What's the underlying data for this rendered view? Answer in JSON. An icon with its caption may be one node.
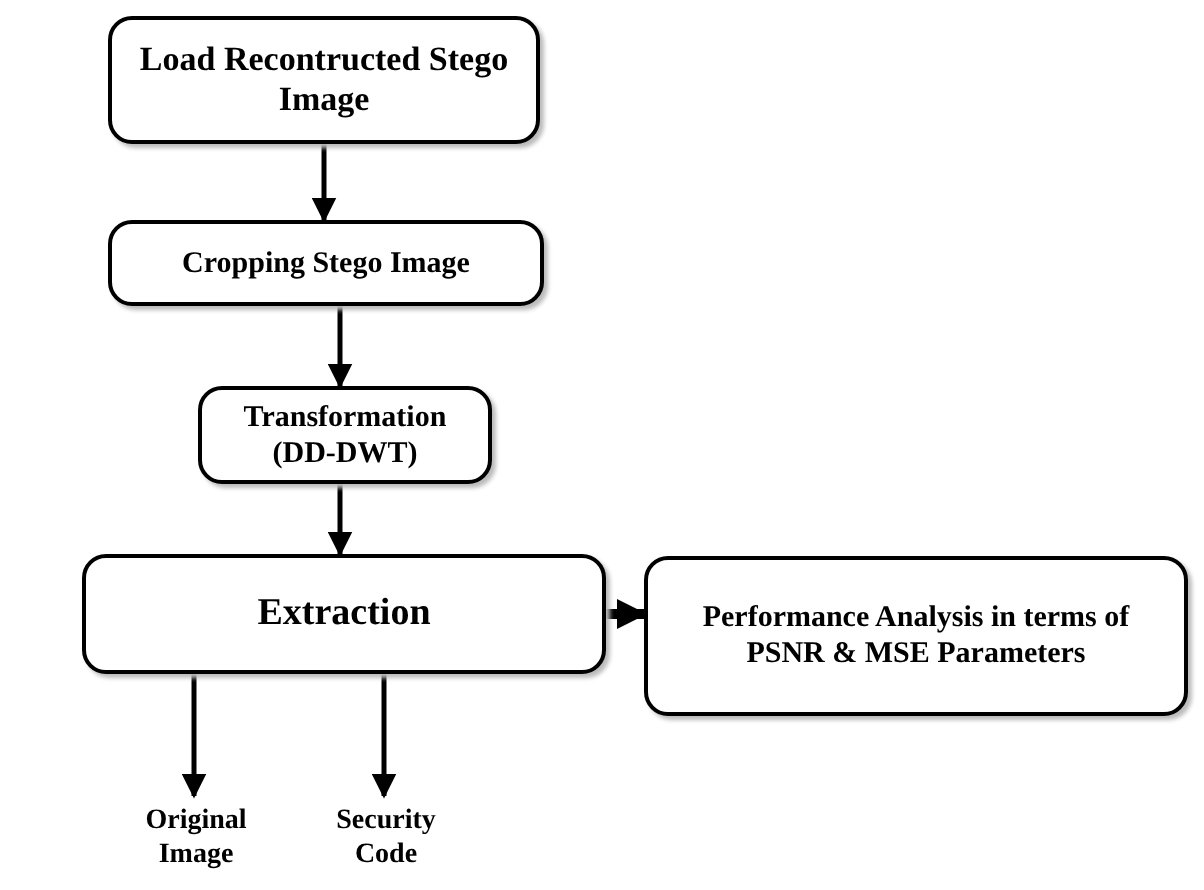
{
  "diagram": {
    "nodes": [
      {
        "text": [
          "Load Recontructed Stego Image"
        ]
      },
      {
        "text": [
          "Cropping Stego Image"
        ]
      },
      {
        "text": [
          "Transformation (DD-DWT)"
        ]
      },
      {
        "text": [
          "Extraction"
        ]
      },
      {
        "text": [
          "Performance Analysis in terms of PSNR & MSE Parameters"
        ]
      },
      {
        "text": [
          "Original Image"
        ]
      },
      {
        "text": [
          "Security Code"
        ]
      }
    ],
    "edges": [
      {
        "from": 0,
        "to": 1,
        "arrow": "to"
      },
      {
        "from": 1,
        "to": 2,
        "arrow": "to"
      },
      {
        "from": 2,
        "to": 3,
        "arrow": "to"
      },
      {
        "from": 3,
        "to": 4,
        "arrow": "to",
        "style": "thick"
      },
      {
        "from": 3,
        "to": 5,
        "arrow": "to"
      },
      {
        "from": 3,
        "to": 6,
        "arrow": "to"
      }
    ]
  }
}
